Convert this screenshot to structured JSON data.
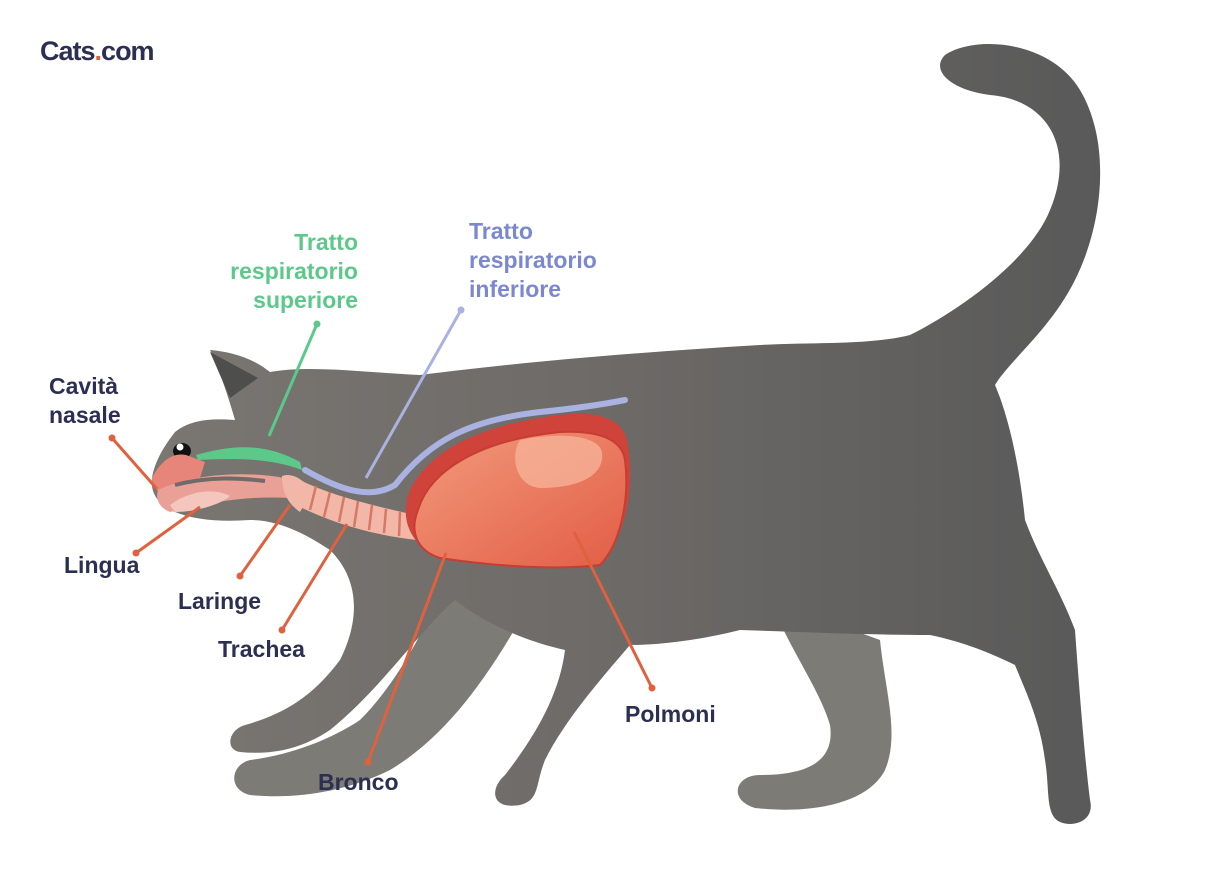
{
  "logo": {
    "name": "Cats",
    "dot": ".",
    "tld": "com"
  },
  "title": "",
  "labels": {
    "upper_tract": [
      "Tratto",
      "respiratorio",
      "superiore"
    ],
    "lower_tract": [
      "Tratto",
      "respiratorio",
      "inferiore"
    ],
    "nasal_cavity": [
      "Cavità",
      "nasale"
    ],
    "tongue": "Lingua",
    "larynx": "Laringe",
    "trachea": "Trachea",
    "bronchus": "Bronco",
    "lungs": "Polmoni"
  },
  "colors": {
    "cat_body": "#5f5e5c",
    "cat_far_legs": "#7d7b76",
    "organ_line": "#e0613d",
    "upper_tract": "#5cc98a",
    "lower_tract": "#a9b2e0",
    "label_text": "#2b2f52",
    "lung": "#e8735a",
    "lung_dark": "#d0433a"
  }
}
